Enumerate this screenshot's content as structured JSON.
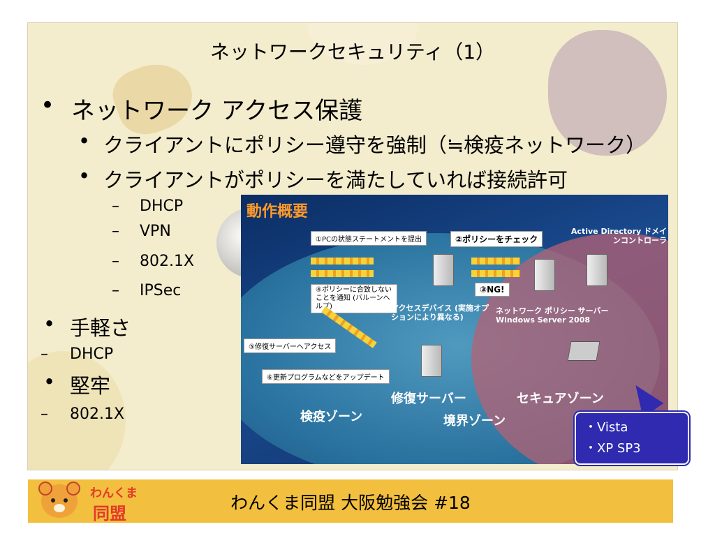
{
  "slide": {
    "title": "ネットワークセキュリティ（1）",
    "bullets": {
      "b1": "ネットワーク アクセス保護",
      "b1_1": "クライアントにポリシー遵守を強制（≒検疫ネットワーク）",
      "b1_2": "クライアントがポリシーを満たしていれば接続許可",
      "b1_2_items": [
        "DHCP",
        "VPN",
        "802.1X",
        "IPSec"
      ],
      "b2": "手軽さ",
      "b2_sub": "DHCP",
      "b3": "堅牢",
      "b3_sub": "802.1X"
    },
    "bullet_glyph": "•",
    "dash_glyph": "–"
  },
  "photo": {
    "heading": "動作概要",
    "step1": "①PCの状態ステートメントを提出",
    "step2": "②ポリシーをチェック",
    "step3": "③NG!",
    "step4": "④ポリシーに合致しないことを通知 (バルーンヘルプ)",
    "step5": "⑤修復サーバーへアクセス",
    "step6": "⑥更新プログラムなどをアップデート",
    "ad_label": "Active Directory ドメインコントローラ",
    "access_device": "アクセスデバイス (実施オプションにより異なる)",
    "nps": "ネットワーク ポリシー サーバー Windows Server 2008",
    "repair_server": "修復サーバー",
    "secure_zone": "セキュアゾーン",
    "quarantine_zone": "検疫ゾーン",
    "boundary_zone": "境界ゾーン"
  },
  "callout": {
    "line1": "・Vista",
    "line2": "・XP SP3"
  },
  "footer": {
    "text": "わんくま同盟 大阪勉強会 #18",
    "logo_line1": "わんくま",
    "logo_line2": "同盟"
  },
  "colors": {
    "slide_bg": "#f3eccd",
    "footer_bg": "#f2bf3e",
    "callout_bg": "#2f2ab0",
    "photo_heading": "#ff9a2a"
  }
}
